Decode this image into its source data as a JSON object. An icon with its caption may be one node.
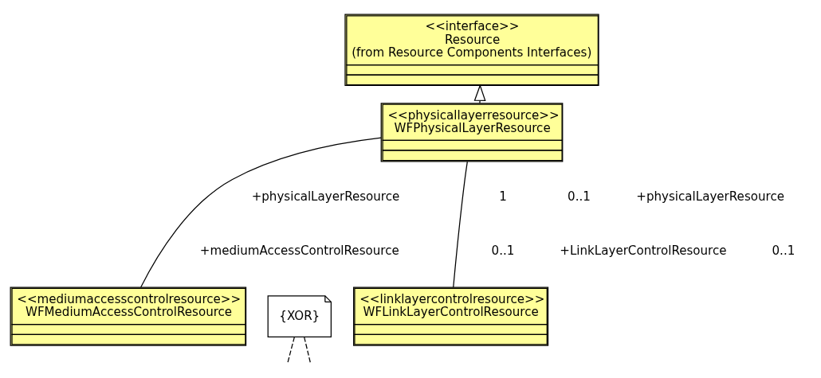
{
  "diagram": {
    "nodes": [
      {
        "text": [
          "<<interface>>",
          "Resource",
          "(from Resource Components Interfaces)"
        ]
      },
      {
        "text": [
          "<<physicallayerresource>>",
          "WFPhysicalLayerResource"
        ]
      },
      {
        "text": [
          "<<mediumaccesscontrolresource>>",
          "WFMediumAccessControlResource"
        ]
      },
      {
        "text": [
          "{XOR}"
        ]
      },
      {
        "text": [
          "<<linklayercontrolresource>>",
          "WFLinkLayerControlResource"
        ]
      }
    ],
    "edges": [
      {
        "from": 1,
        "to": 0,
        "arrow": "to"
      },
      {
        "from": 1,
        "to": 2,
        "arrow": "none"
      },
      {
        "from": 1,
        "to": 4,
        "arrow": "none"
      },
      {
        "from": 3,
        "to": null,
        "arrow": "none",
        "style": "dashed"
      },
      {
        "from": 3,
        "to": null,
        "arrow": "none",
        "style": "dashed"
      }
    ],
    "labels": [
      "+physicalLayerResource",
      "1",
      "+mediumAccessControlResource",
      "0..1",
      "0..1",
      "+physicalLayerResource",
      "+LinkLayerControlResource",
      "0..1"
    ]
  }
}
